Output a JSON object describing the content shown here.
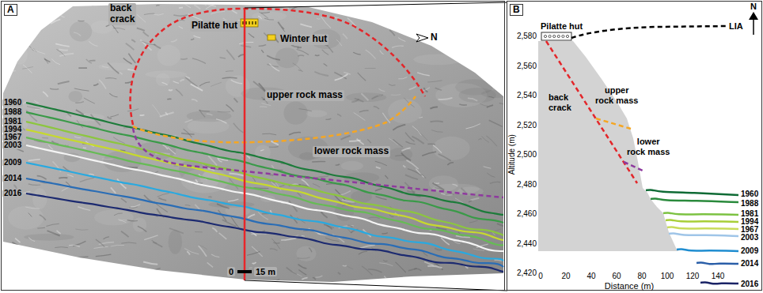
{
  "diagram": {
    "nodes": [
      {
        "text": [
          "A"
        ]
      },
      {
        "text": [
          "B"
        ]
      }
    ],
    "labels": [
      "back crack",
      "Pilatte hut",
      "Winter hut",
      "N",
      "upper rock mass",
      "lower rock mass",
      "1960",
      "1988",
      "1981",
      "1994",
      "1967",
      "2003",
      "2009",
      "2014",
      "2016",
      "0",
      "15 m",
      "Pilatte hut",
      "LIA",
      "N",
      "upper rock mass",
      "back crack",
      "lower rock mass",
      "1960",
      "1988",
      "1981",
      "1994",
      "1967",
      "2003",
      "2009",
      "2014",
      "2016",
      "2,580",
      "2,560",
      "2,540",
      "2,520",
      "2,500",
      "2,480",
      "2,460",
      "2,440",
      "2,420",
      "Altitude (m)",
      "0",
      "20",
      "40",
      "60",
      "80",
      "100",
      "120",
      "140",
      "Distance (m)"
    ]
  }
}
